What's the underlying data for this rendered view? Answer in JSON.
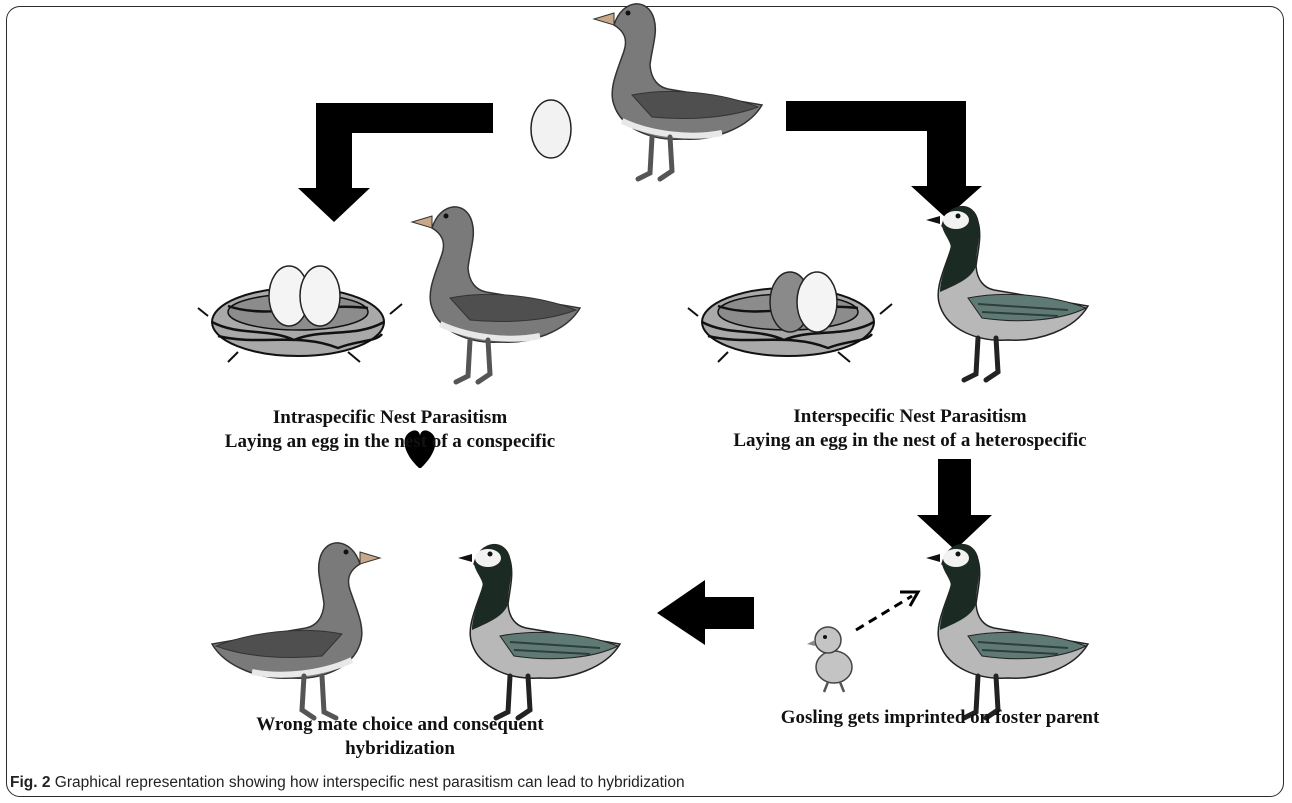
{
  "diagram": {
    "intraspecific": {
      "title": "Intraspecific Nest Parasitism",
      "subtitle": "Laying an egg in the nest of a conspecific"
    },
    "interspecific": {
      "title": "Interspecific Nest Parasitism",
      "subtitle": "Laying an egg in the nest of a heterospecific"
    },
    "imprinting_label": "Gosling gets imprinted on foster parent",
    "hybridization_label": "Wrong mate choice and consequent hybridization",
    "icons": [
      "greylag-goose",
      "barnacle-goose",
      "egg",
      "nest",
      "gosling",
      "heart",
      "arrow"
    ],
    "colors": {
      "arrow": "#000000",
      "greylag_body": "#6f6f6f",
      "barnacle_neck": "#1a2a22",
      "nest": "#a8a8a8",
      "egg": "#f4f4f4",
      "parasitic_egg": "#8a8a8a"
    }
  },
  "caption": {
    "prefix": "Fig. 2",
    "text": "Graphical representation showing how interspecific nest parasitism can lead to hybridization"
  }
}
